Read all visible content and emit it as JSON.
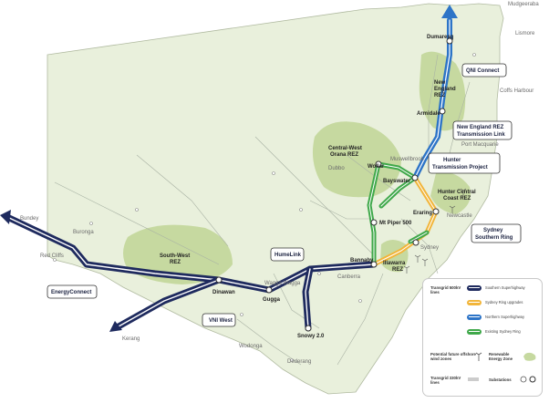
{
  "map": {
    "regions": [
      "Central-West Orana REZ",
      "New England REZ",
      "Hunter Central Coast REZ",
      "Illawarra REZ",
      "South-West REZ"
    ],
    "places": [
      "Mudgeeraba",
      "Lismore",
      "Coffs Harbour",
      "Port Macquarie",
      "Muswellbrook",
      "Dubbo",
      "Newcastle",
      "Sydney",
      "Canberra",
      "Wagga Wagga",
      "Wodonga",
      "Dederang",
      "Bundey",
      "Buronga",
      "Red Cliffs",
      "Kerang"
    ],
    "substations": [
      "Dumaresq",
      "Armidale",
      "Wollar",
      "Bayswater",
      "Eraring",
      "Mt Piper 500",
      "Bannaby",
      "Dinawan",
      "Gugga",
      "Snowy 2.0"
    ],
    "projects": [
      "QNI Connect",
      "New England REZ Transmission Link",
      "Hunter Transmission Project",
      "Sydney Southern Ring",
      "HumeLink",
      "EnergyConnect",
      "VNI West"
    ]
  },
  "labels": {
    "mudgeeraba": "Mudgeeraba",
    "lismore": "Lismore",
    "coffs": "Coffs Harbour",
    "port_macquarie": "Port Macquarie",
    "muswellbrook": "Muswellbrook",
    "dubbo": "Dubbo",
    "newcastle": "Newcastle",
    "sydney": "Sydney",
    "canberra": "Canberra",
    "wagga": "Wagga Wagga",
    "wodonga": "Wodonga",
    "dederang": "Dederang",
    "bundey": "Bundey",
    "buronga": "Buronga",
    "red_cliffs": "Red Cliffs",
    "kerang": "Kerang",
    "dumaresq": "Dumaresq",
    "armidale": "Armidale",
    "ne_rez": [
      "New",
      "England",
      "REZ"
    ],
    "cwo_rez": [
      "Central-West",
      "Orana REZ"
    ],
    "wollar": "Wollar",
    "bayswater": "Bayswater",
    "hcc_rez": [
      "Hunter Central",
      "Coast REZ"
    ],
    "eraring": "Eraring",
    "mt_piper": "Mt Piper 500",
    "bannaby": "Bannaby",
    "illawarra": [
      "Illawarra",
      "REZ"
    ],
    "sw_rez": [
      "South-West",
      "REZ"
    ],
    "dinawan": "Dinawan",
    "gugga": "Gugga",
    "snowy": "Snowy 2.0"
  },
  "boxes": {
    "qni": [
      "QNI Connect"
    ],
    "ne_link": [
      "New England REZ",
      "Transmission Link"
    ],
    "hunter": [
      "Hunter",
      "Transmission Project"
    ],
    "ssr": [
      "Sydney",
      "Southern Ring"
    ],
    "humelink": [
      "HumeLink"
    ],
    "energyconnect": [
      "EnergyConnect"
    ],
    "vni": [
      "VNI West"
    ]
  },
  "legend": {
    "transgrid_500": "Transgrid 500kV lines",
    "items": [
      {
        "label": "Southern Superhighway",
        "color": "#1e2a5e"
      },
      {
        "label": "Sydney Ring upgrades",
        "color": "#f2b53a"
      },
      {
        "label": "Northern Superhighway",
        "color": "#2d74c7"
      },
      {
        "label": "Existing Sydney Ring",
        "color": "#3fa84a"
      }
    ],
    "offshore": "Potential future offshore wind zones",
    "rez": "Renewable Energy Zone",
    "transgrid_330": "Transgrid 330kV lines",
    "substations": "Substations"
  },
  "colors": {
    "land": "#e9f0dc",
    "rez": "#c6d9a0",
    "land_stroke": "#9aa88a",
    "southern": "#1e2a5e",
    "northern": "#2d74c7",
    "sydney_ring": "#f2b53a",
    "existing_ring": "#3fa84a"
  }
}
